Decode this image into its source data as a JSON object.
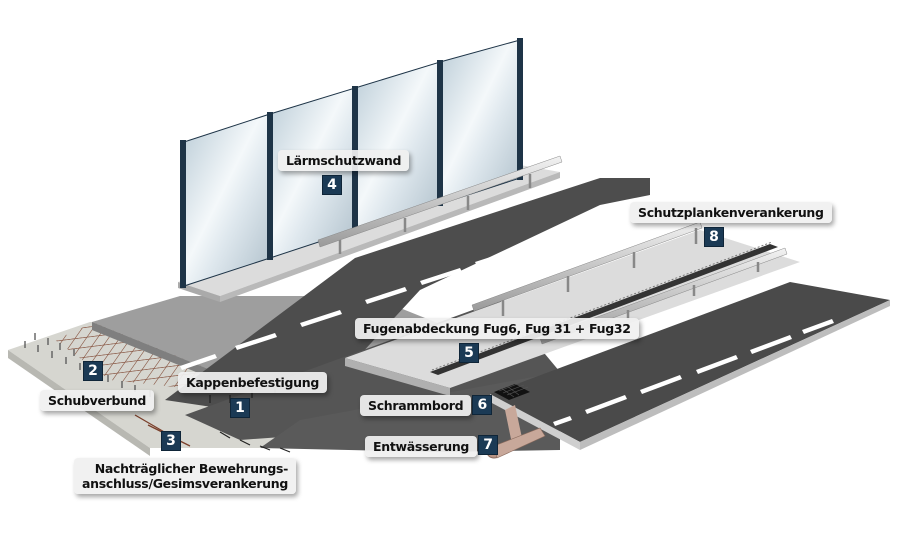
{
  "diagram": {
    "type": "bridge-cap-cross-section",
    "colors": {
      "badge": "#1b3a55",
      "asphalt": "#4a4a4a",
      "concrete": "#d8d9d8",
      "cap_top": "#9a9a9a",
      "glass": "#cfdde6",
      "post": "#1e3447",
      "rebar": "#7a3f2a"
    },
    "callouts": [
      {
        "number": "1",
        "label": "Kappenbefestigung"
      },
      {
        "number": "2",
        "label": "Schubverbund"
      },
      {
        "number": "3",
        "label_lines": [
          "Nachträglicher Bewehrungs-",
          "anschluss/Gesimsverankerung"
        ]
      },
      {
        "number": "4",
        "label": "Lärmschutzwand"
      },
      {
        "number": "5",
        "label": "Fugenabdeckung Fug6, Fug 31 + Fug32"
      },
      {
        "number": "6",
        "label": "Schrammbord"
      },
      {
        "number": "7",
        "label": "Entwässerung"
      },
      {
        "number": "8",
        "label": "Schutzplankenverankerung"
      }
    ]
  }
}
